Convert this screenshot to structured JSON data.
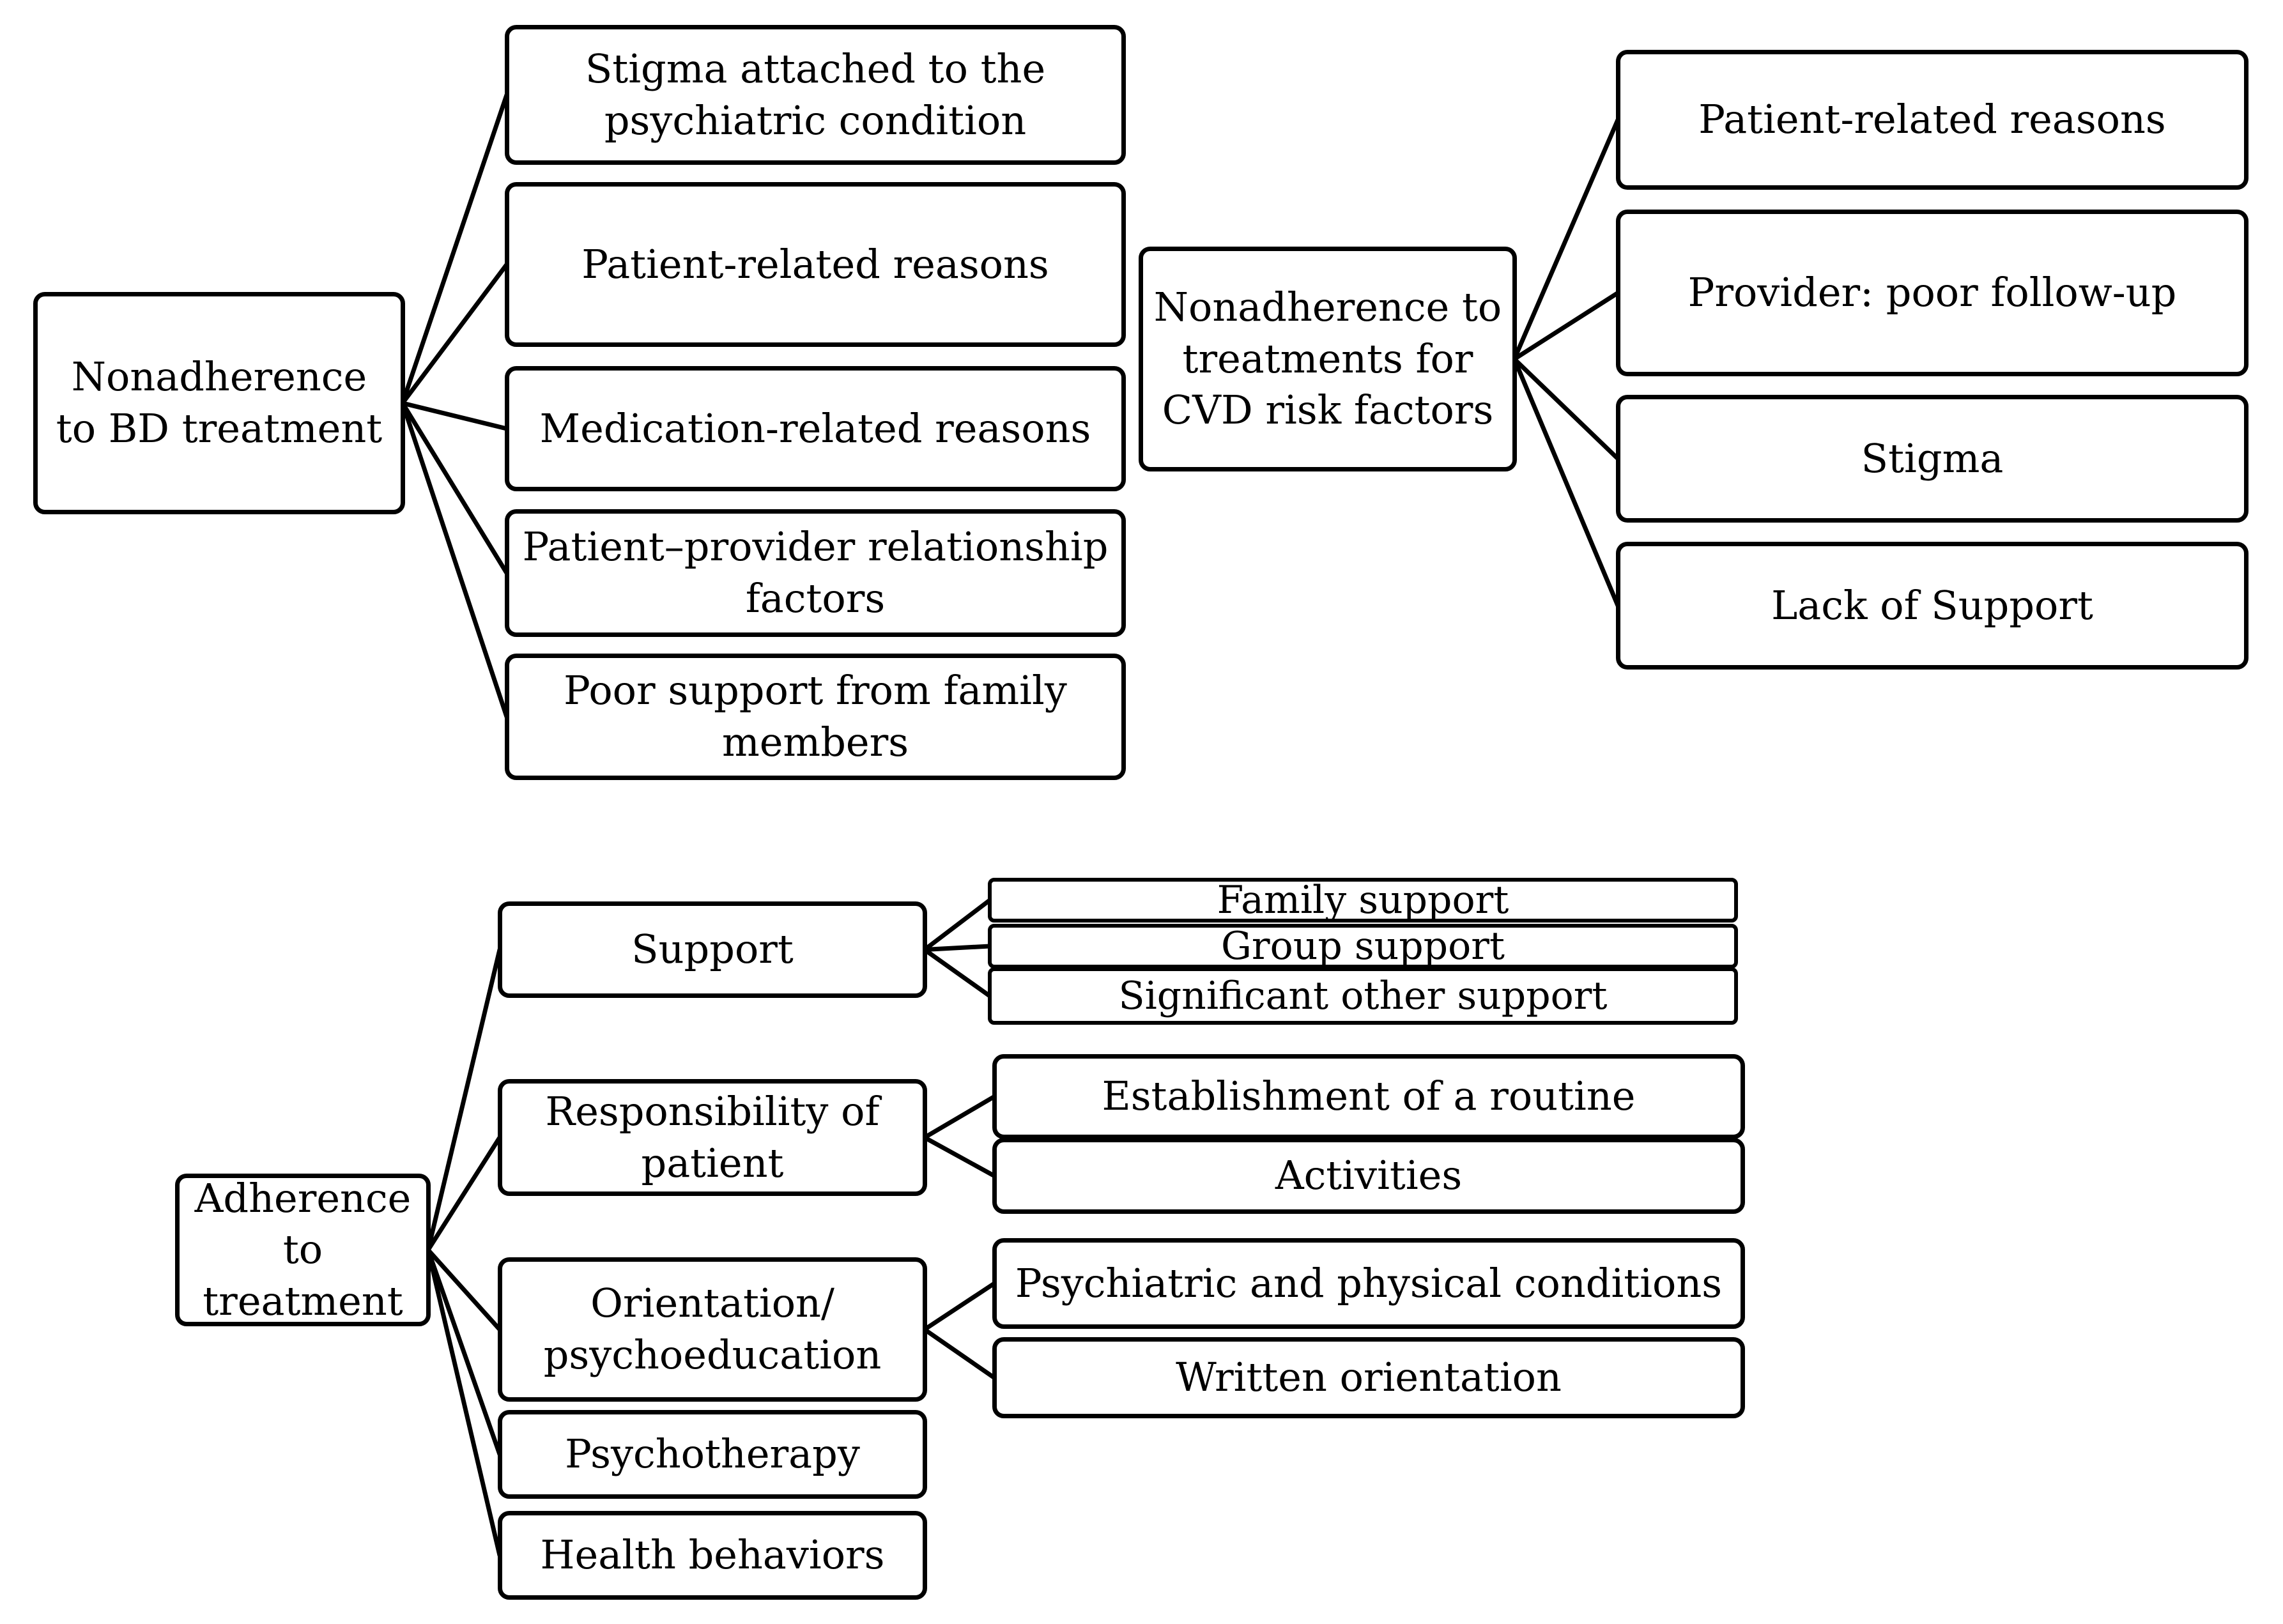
{
  "colors": {
    "stroke": "#000000",
    "fill": "#ffffff",
    "text": "#000000"
  },
  "nodes": [
    {
      "id": "bd-root",
      "text": "Nonadherence to BD treatment"
    },
    {
      "id": "bd-stigma",
      "text": "Stigma attached to the psychiatric condition"
    },
    {
      "id": "bd-patient",
      "text": "Patient-related reasons"
    },
    {
      "id": "bd-medication",
      "text": "Medication-related reasons"
    },
    {
      "id": "bd-relationship",
      "text": "Patient–provider relationship factors"
    },
    {
      "id": "bd-family",
      "text": "Poor support from family members"
    },
    {
      "id": "cvd-root",
      "text": "Nonadherence to treatments for CVD risk factors"
    },
    {
      "id": "cvd-patient",
      "text": "Patient-related reasons"
    },
    {
      "id": "cvd-provider",
      "text": "Provider: poor follow-up"
    },
    {
      "id": "cvd-stigma",
      "text": "Stigma"
    },
    {
      "id": "cvd-support",
      "text": "Lack of Support"
    },
    {
      "id": "adh-root",
      "text": "Adherence to treatment"
    },
    {
      "id": "adh-support",
      "text": "Support"
    },
    {
      "id": "adh-family",
      "text": "Family support"
    },
    {
      "id": "adh-group",
      "text": "Group support"
    },
    {
      "id": "adh-significant",
      "text": "Significant other support"
    },
    {
      "id": "adh-responsibility",
      "text": "Responsibility of patient"
    },
    {
      "id": "adh-routine",
      "text": "Establishment of a routine"
    },
    {
      "id": "adh-activities",
      "text": "Activities"
    },
    {
      "id": "adh-orientation",
      "text": "Orientation/ psychoeducation"
    },
    {
      "id": "adh-conditions",
      "text": "Psychiatric and physical conditions"
    },
    {
      "id": "adh-written",
      "text": "Written orientation"
    },
    {
      "id": "adh-psychotherapy",
      "text": "Psychotherapy"
    },
    {
      "id": "adh-health",
      "text": "Health behaviors"
    }
  ],
  "edges": [
    [
      "bd-root",
      "bd-stigma"
    ],
    [
      "bd-root",
      "bd-patient"
    ],
    [
      "bd-root",
      "bd-medication"
    ],
    [
      "bd-root",
      "bd-relationship"
    ],
    [
      "bd-root",
      "bd-family"
    ],
    [
      "cvd-root",
      "cvd-patient"
    ],
    [
      "cvd-root",
      "cvd-provider"
    ],
    [
      "cvd-root",
      "cvd-stigma"
    ],
    [
      "cvd-root",
      "cvd-support"
    ],
    [
      "adh-root",
      "adh-support"
    ],
    [
      "adh-root",
      "adh-responsibility"
    ],
    [
      "adh-root",
      "adh-orientation"
    ],
    [
      "adh-root",
      "adh-psychotherapy"
    ],
    [
      "adh-root",
      "adh-health"
    ],
    [
      "adh-support",
      "adh-family"
    ],
    [
      "adh-support",
      "adh-group"
    ],
    [
      "adh-support",
      "adh-significant"
    ],
    [
      "adh-responsibility",
      "adh-routine"
    ],
    [
      "adh-responsibility",
      "adh-activities"
    ],
    [
      "adh-orientation",
      "adh-conditions"
    ],
    [
      "adh-orientation",
      "adh-written"
    ]
  ]
}
